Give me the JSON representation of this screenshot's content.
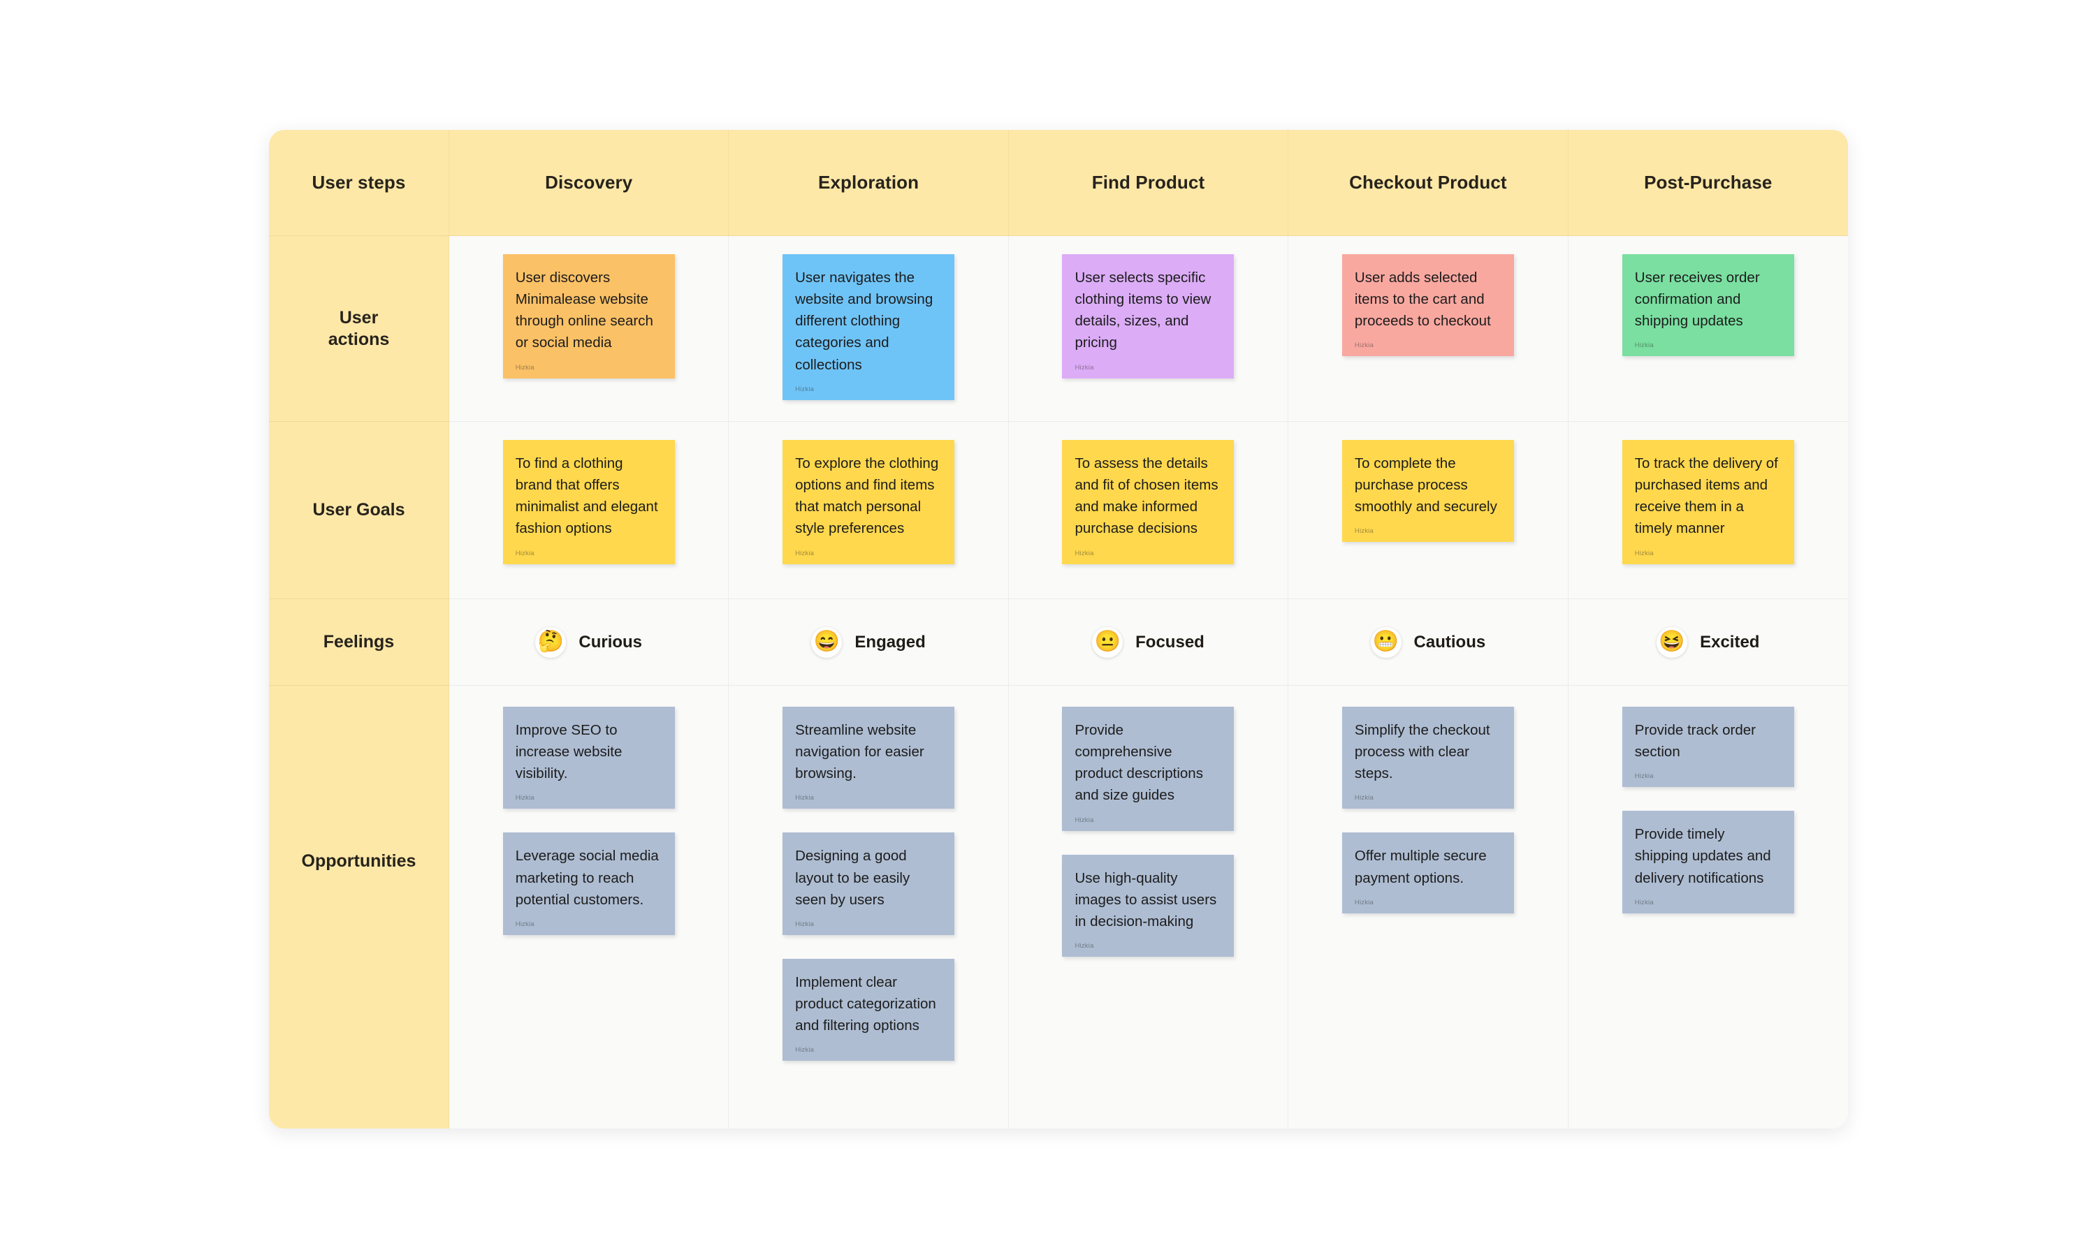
{
  "board": {
    "corner_label": "User steps",
    "columns": [
      "Discovery",
      "Exploration",
      "Find Product",
      "Checkout Product",
      "Post-Purchase"
    ],
    "row_labels": {
      "actions": "User\nactions",
      "goals": "User Goals",
      "feelings": "Feelings",
      "opportunities": "Opportunities"
    },
    "author": "Hizkia",
    "colors": {
      "header_band": "#fde8a8",
      "canvas": "#fafaf8",
      "note_orange": "#fbc166",
      "note_blue": "#6fc4f7",
      "note_purple": "#dcacf7",
      "note_red": "#f9a8a0",
      "note_green": "#7adfa0",
      "note_yellow": "#ffd84d",
      "note_slate": "#aebdd2",
      "gridline": "#ececec"
    }
  },
  "rows": {
    "user_actions": [
      {
        "text": "User discovers Minimalease website through online search or social media",
        "color": "#fbc166"
      },
      {
        "text": "User navigates the website and browsing different clothing categories and collections",
        "color": "#6fc4f7"
      },
      {
        "text": "User selects specific clothing items to view details, sizes, and pricing",
        "color": "#dcacf7"
      },
      {
        "text": "User adds selected items to the cart and proceeds to checkout",
        "color": "#f9a8a0"
      },
      {
        "text": "User receives order confirmation and shipping updates",
        "color": "#7adfa0"
      }
    ],
    "user_goals": [
      {
        "text": "To find a clothing brand that offers minimalist and elegant fashion options",
        "color": "#ffd84d"
      },
      {
        "text": "To explore the clothing options and find items that match personal style preferences",
        "color": "#ffd84d"
      },
      {
        "text": "To assess the details and fit of chosen items and make informed purchase decisions",
        "color": "#ffd84d"
      },
      {
        "text": "To complete the purchase process smoothly and securely",
        "color": "#ffd84d"
      },
      {
        "text": "To track the delivery of purchased items and receive them in a timely manner",
        "color": "#ffd84d"
      }
    ],
    "feelings": [
      {
        "label": "Curious",
        "emoji": "🤔",
        "icon": "thinking-face-emoji"
      },
      {
        "label": "Engaged",
        "emoji": "😄",
        "icon": "grinning-smiling-eyes-emoji"
      },
      {
        "label": "Focused",
        "emoji": "😐",
        "icon": "neutral-face-emoji"
      },
      {
        "label": "Cautious",
        "emoji": "😬",
        "icon": "grimacing-face-emoji"
      },
      {
        "label": "Excited",
        "emoji": "😆",
        "icon": "laughing-squinting-emoji"
      }
    ],
    "opportunities": [
      [
        {
          "text": "Improve SEO to increase website visibility.",
          "color": "#aebdd2"
        },
        {
          "text": "Leverage social media marketing to reach potential customers.",
          "color": "#aebdd2"
        }
      ],
      [
        {
          "text": "Streamline website navigation for easier browsing.",
          "color": "#aebdd2"
        },
        {
          "text": "Designing a good layout to be easily seen by users",
          "color": "#aebdd2"
        },
        {
          "text": "Implement clear product categorization and filtering options",
          "color": "#aebdd2"
        }
      ],
      [
        {
          "text": "Provide comprehensive product descriptions and size guides",
          "color": "#aebdd2"
        },
        {
          "text": "Use high-quality images to assist users in decision-making",
          "color": "#aebdd2"
        }
      ],
      [
        {
          "text": "Simplify the checkout process with clear steps.",
          "color": "#aebdd2"
        },
        {
          "text": "Offer multiple secure payment options.",
          "color": "#aebdd2"
        }
      ],
      [
        {
          "text": "Provide track order section",
          "color": "#aebdd2"
        },
        {
          "text": "Provide timely shipping updates and delivery notifications",
          "color": "#aebdd2"
        }
      ]
    ]
  }
}
